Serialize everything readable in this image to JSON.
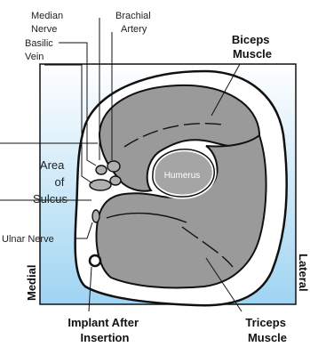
{
  "labels": {
    "median_nerve": [
      "Median",
      "Nerve"
    ],
    "brachial_artery": [
      "Brachial",
      "Artery"
    ],
    "basilic_vein": [
      "Basilic",
      "Vein"
    ],
    "biceps_muscle": [
      "Biceps",
      "Muscle"
    ],
    "area_of_sulcus": [
      "Area",
      "of",
      "Sulcus"
    ],
    "humerus": "Humerus",
    "ulnar_nerve": "Ulnar Nerve",
    "medial": "Medial",
    "lateral": "Lateral",
    "implant_after_insertion": [
      "Implant After",
      "Insertion"
    ],
    "triceps_muscle": [
      "Triceps",
      "Muscle"
    ]
  },
  "colors": {
    "background_top": "#ffffff",
    "background_bottom": "#9fd4f2",
    "tissue": "#ffffff",
    "muscle": "#9a9a9a",
    "outline": "#111111",
    "humerus": "#a5a5a5",
    "vessels": "#b0b0b0"
  }
}
